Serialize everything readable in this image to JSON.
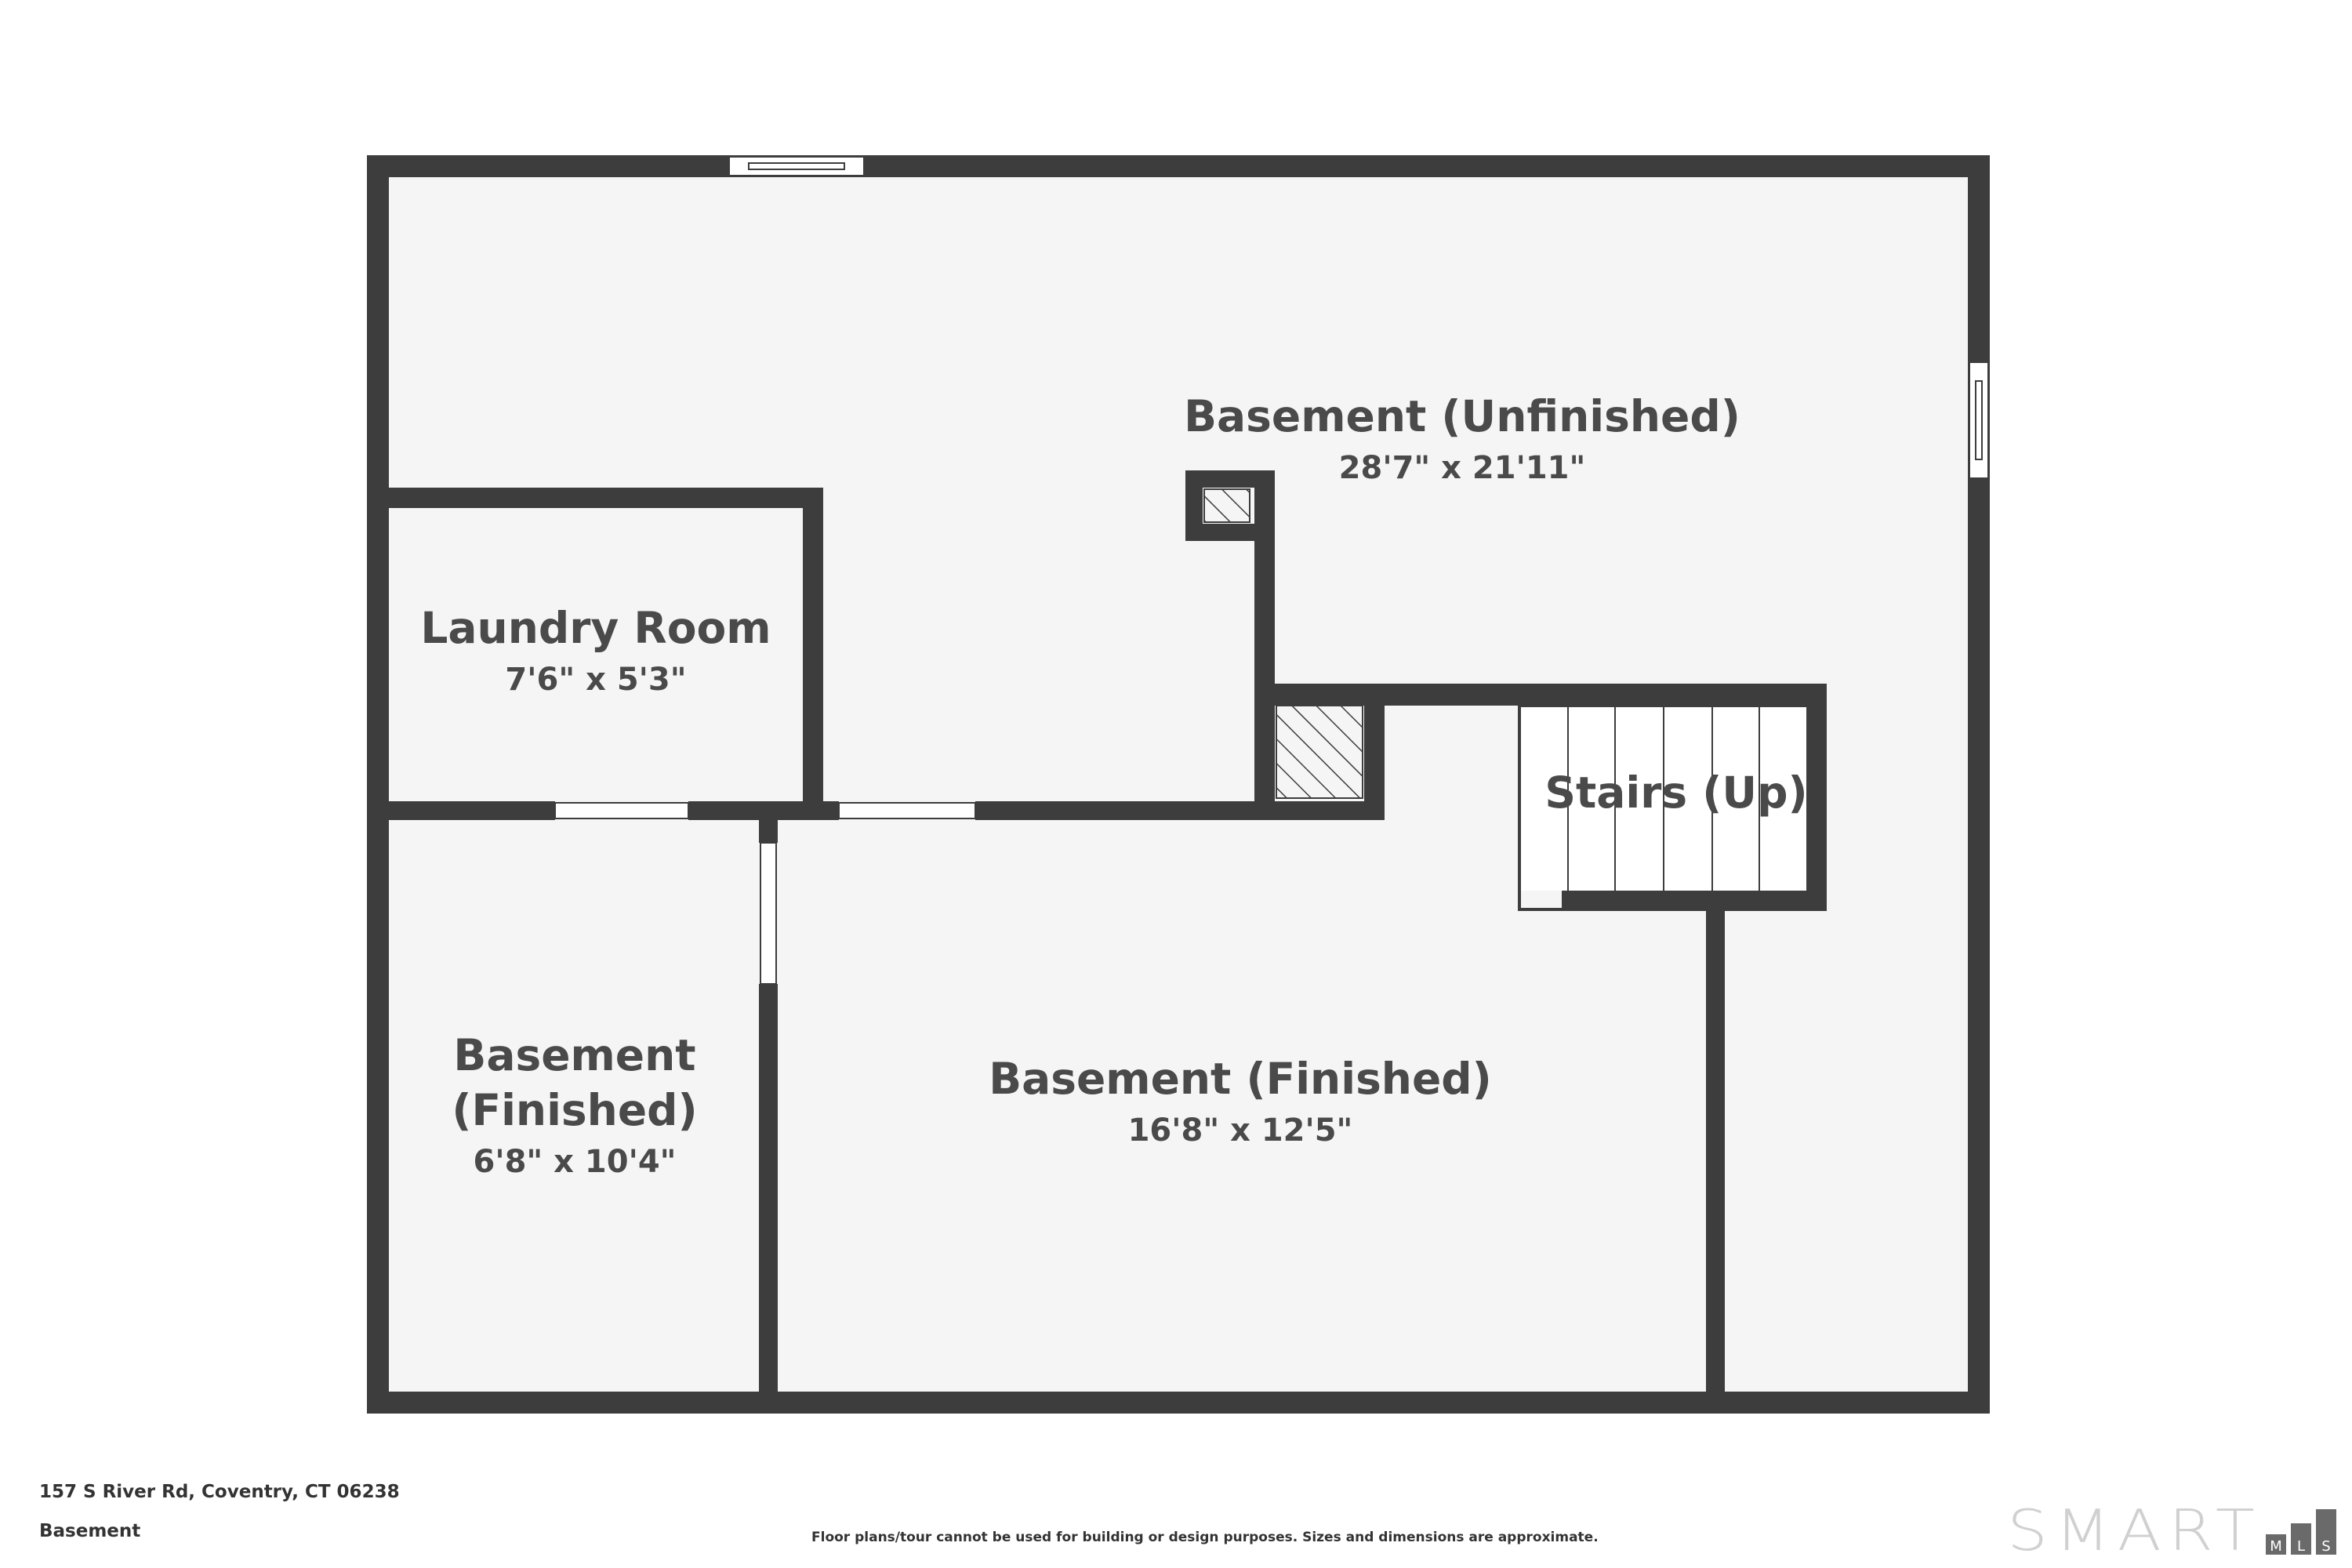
{
  "rooms": [
    {
      "name_lines": [
        "Basement (Unfinished)"
      ],
      "dims": "28'7\" x 21'11\""
    },
    {
      "name_lines": [
        "Laundry Room"
      ],
      "dims": "7'6\" x 5'3\""
    },
    {
      "name_lines": [
        "Stairs (Up)"
      ],
      "dims": ""
    },
    {
      "name_lines": [
        "Basement (Finished)"
      ],
      "dims": "16'8\" x 12'5\""
    },
    {
      "name_lines": [
        "Basement",
        "(Finished)"
      ],
      "dims": "6'8\" x 10'4\""
    }
  ],
  "footer": {
    "address": "157 S River Rd, Coventry, CT 06238",
    "floor": "Basement",
    "disclaimer": "Floor plans/tour cannot be used for building or design purposes. Sizes and dimensions are approximate."
  },
  "logo": {
    "text": "SMART",
    "badges": [
      "M",
      "L",
      "S"
    ]
  },
  "colors": {
    "wall": "#3d3d3d",
    "floor": "#f5f5f5",
    "text": "#4a4a4a",
    "logo": "#cfcfcf"
  }
}
